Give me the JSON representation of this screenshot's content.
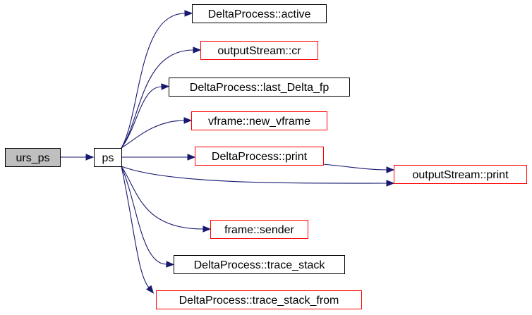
{
  "colors": {
    "edge": "#191970",
    "border_default": "#000000",
    "border_external": "#ff0000",
    "fill_default": "#ffffff",
    "fill_current": "#bfbfbf"
  },
  "nodes": {
    "urs_ps": {
      "label": "urs_ps",
      "style": "current"
    },
    "ps": {
      "label": "ps",
      "style": "default"
    },
    "active": {
      "label": "DeltaProcess::active",
      "style": "default"
    },
    "cr": {
      "label": "outputStream::cr",
      "style": "external"
    },
    "last_delta_fp": {
      "label": "DeltaProcess::last_Delta_fp",
      "style": "default"
    },
    "new_vframe": {
      "label": "vframe::new_vframe",
      "style": "external"
    },
    "dp_print": {
      "label": "DeltaProcess::print",
      "style": "external"
    },
    "os_print": {
      "label": "outputStream::print",
      "style": "external"
    },
    "sender": {
      "label": "frame::sender",
      "style": "external"
    },
    "trace_stack": {
      "label": "DeltaProcess::trace_stack",
      "style": "default"
    },
    "trace_stack_from": {
      "label": "DeltaProcess::trace_stack_from",
      "style": "external"
    }
  },
  "edges": [
    {
      "from": "urs_ps",
      "to": "ps"
    },
    {
      "from": "ps",
      "to": "active"
    },
    {
      "from": "ps",
      "to": "cr"
    },
    {
      "from": "ps",
      "to": "last_delta_fp"
    },
    {
      "from": "ps",
      "to": "new_vframe"
    },
    {
      "from": "ps",
      "to": "dp_print"
    },
    {
      "from": "ps",
      "to": "os_print"
    },
    {
      "from": "dp_print",
      "to": "os_print"
    },
    {
      "from": "ps",
      "to": "sender"
    },
    {
      "from": "ps",
      "to": "trace_stack"
    },
    {
      "from": "ps",
      "to": "trace_stack_from"
    }
  ]
}
